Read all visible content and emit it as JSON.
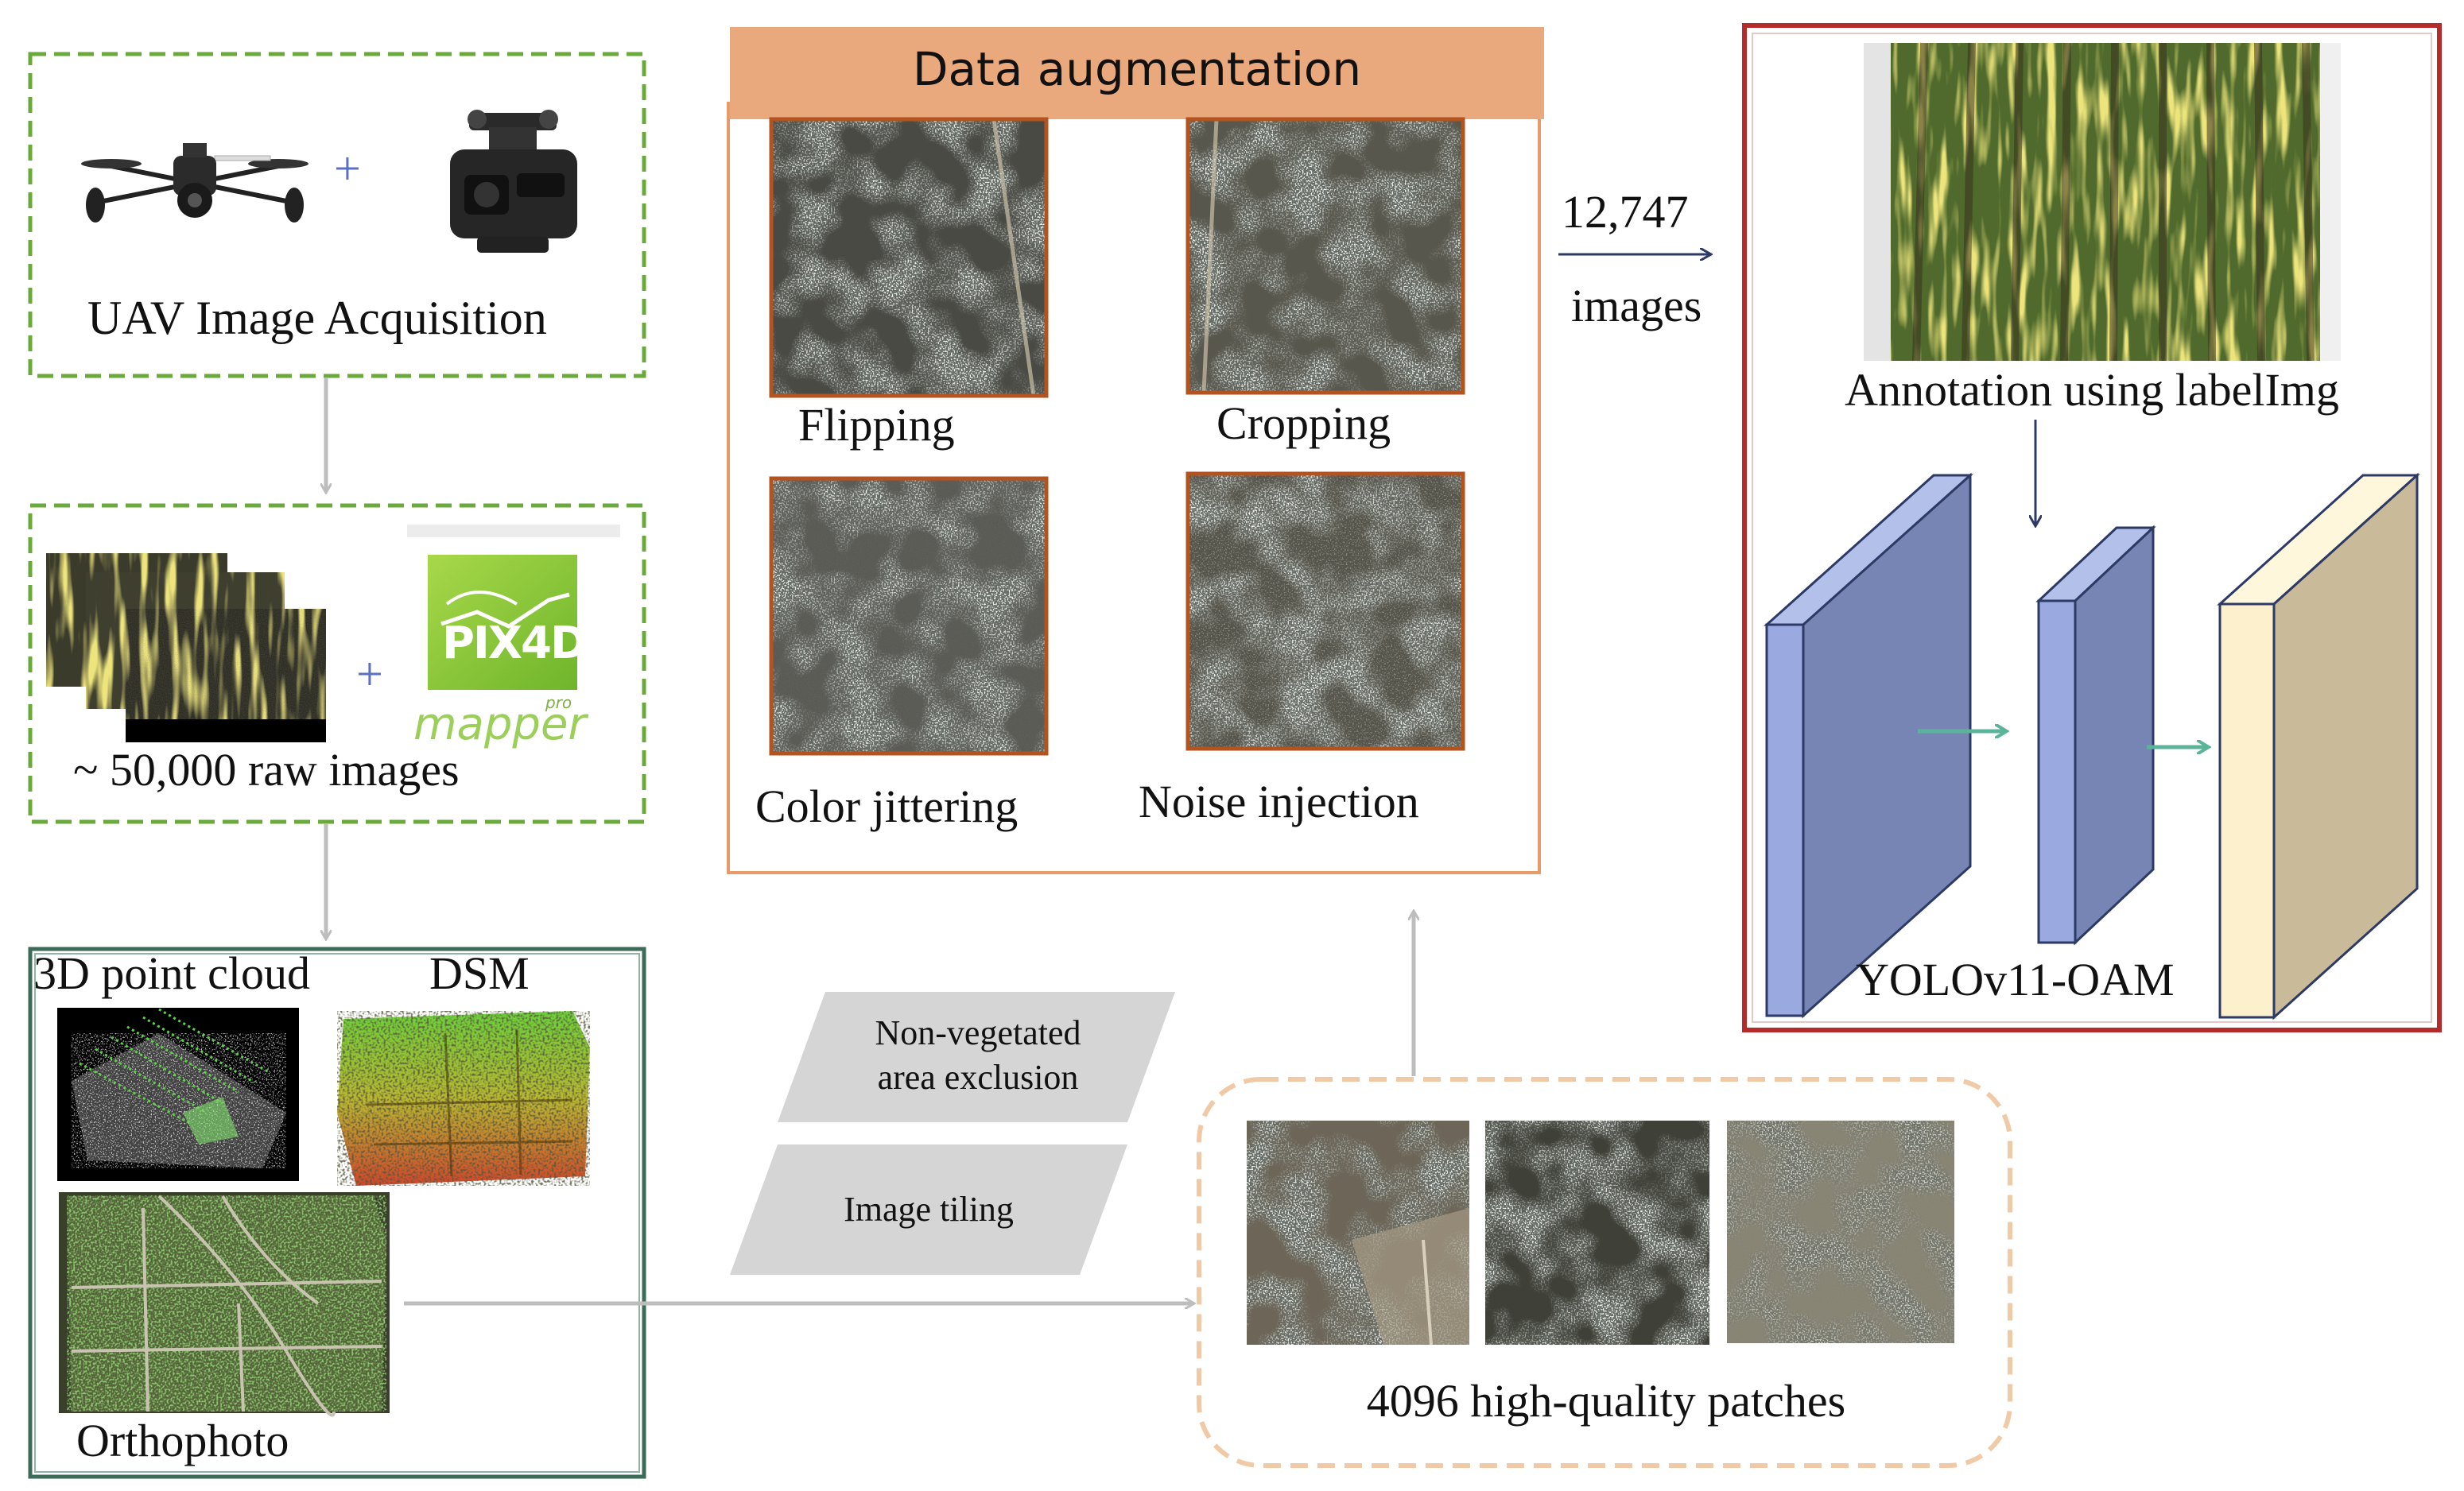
{
  "acquisition": {
    "label": "UAV Image Acquisition",
    "plus": "+"
  },
  "raw_images": {
    "label": "~ 50,000 raw images",
    "plus": "+",
    "software_logo": {
      "wordmark": "PIX4D",
      "edition": "pro",
      "product": "mapper"
    }
  },
  "products": {
    "point_cloud_label": "3D point cloud",
    "dsm_label": "DSM",
    "orthophoto_label": "Orthophoto"
  },
  "processing_steps": {
    "step1": "Non-vegetated\narea exclusion",
    "step2": "Image tiling"
  },
  "patches": {
    "label": "4096 high-quality patches"
  },
  "augmentation": {
    "title": "Data augmentation",
    "methods": [
      "Flipping",
      "Cropping",
      "Color jittering",
      "Noise injection"
    ]
  },
  "dataset_flow": {
    "count": "12,747",
    "unit": "images"
  },
  "model": {
    "annotation_label": "Annotation using labelImg",
    "model_label": "YOLOv11-OAM"
  },
  "colors": {
    "green_dashed": "#6aaa3a",
    "dark_green_border": "#3d6b5a",
    "orange_header": "#e9a97c",
    "orange_border": "#e79a6a",
    "image_border": "#b5531f",
    "patch_dashed": "#f0c9a6",
    "model_border": "#b52a2a",
    "arrow_gray": "#bdbdbd",
    "arrow_navy": "#2e3a66",
    "arrow_teal": "#5bb49a",
    "block_blue_front": "#9aaae0",
    "block_blue_side": "#7685b4",
    "block_yellow_front": "#fcf1cc",
    "block_yellow_side": "#c9bb9a",
    "step_gray": "#d5d5d5"
  }
}
